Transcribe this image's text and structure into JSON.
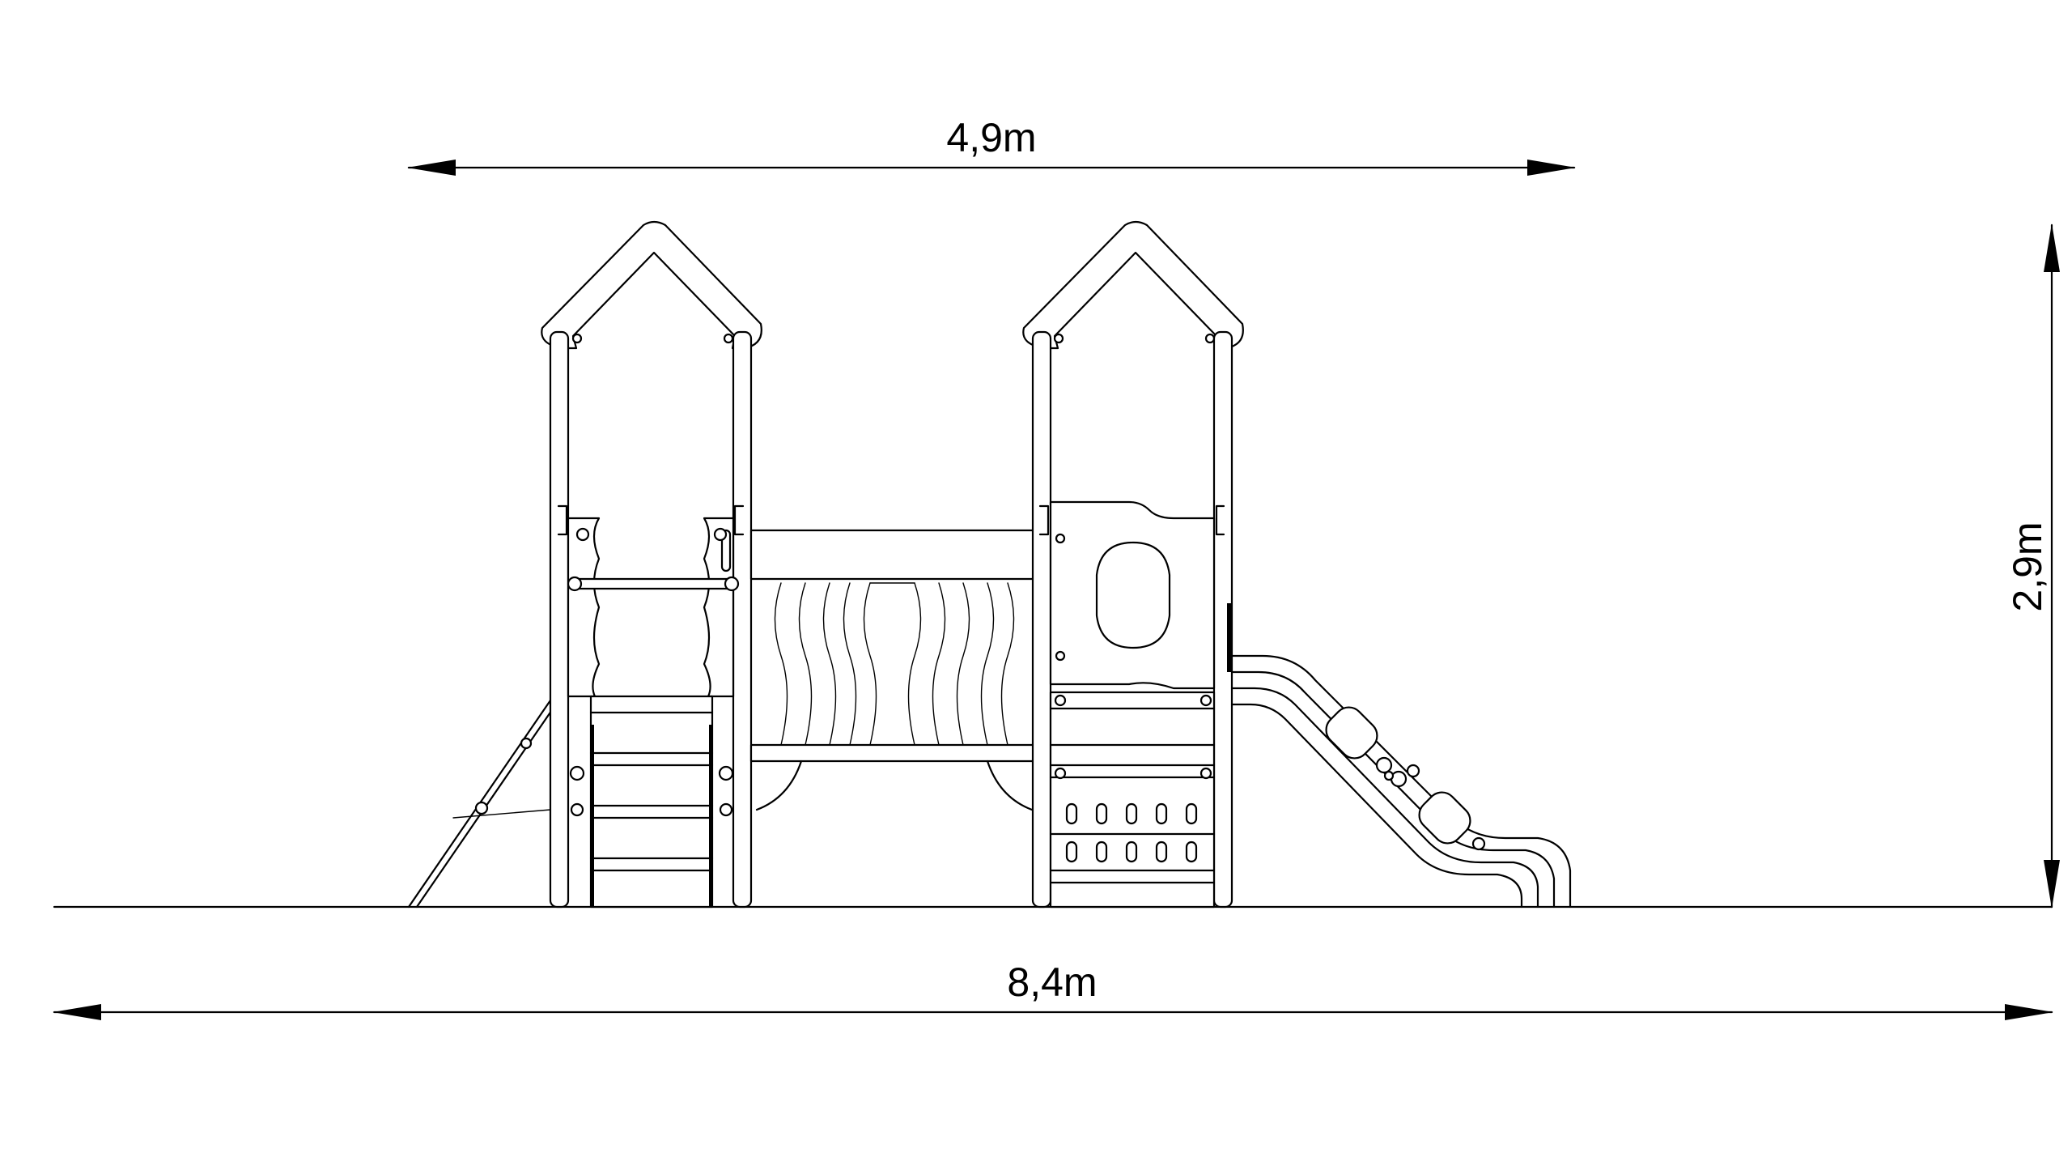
{
  "dimensions": {
    "top_width": "4,9m",
    "total_width": "8,4m",
    "height": "2,9m"
  },
  "colors": {
    "line": "#000000",
    "background": "#ffffff"
  }
}
